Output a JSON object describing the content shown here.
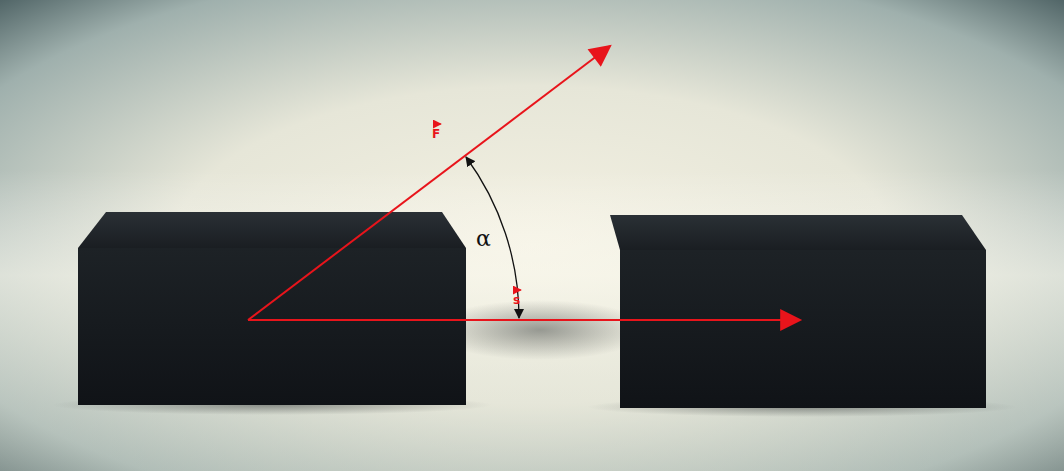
{
  "diagram": {
    "labels": [
      "F",
      "α",
      "s"
    ]
  }
}
